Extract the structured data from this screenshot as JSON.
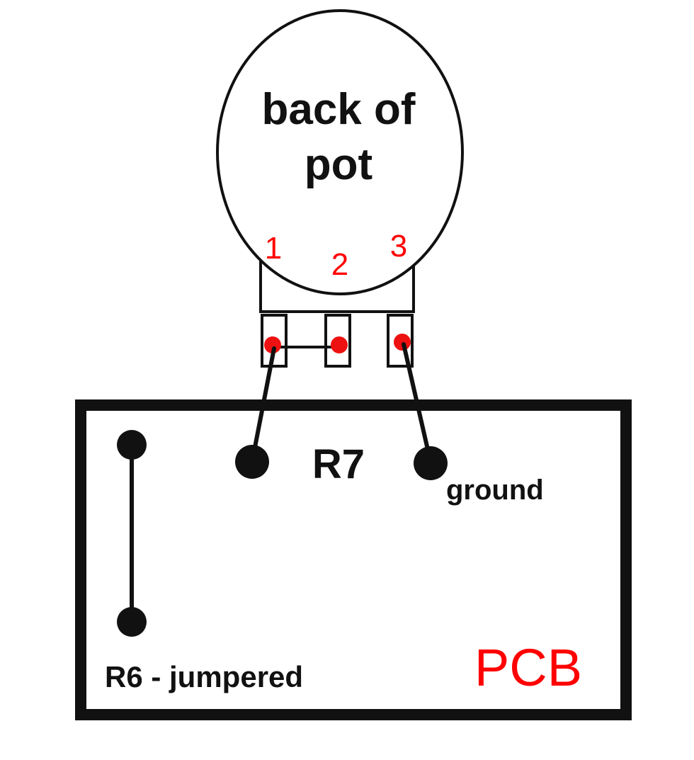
{
  "pot": {
    "label_line1": "back of",
    "label_line2": "pot",
    "pins": [
      {
        "label": "1"
      },
      {
        "label": "2"
      },
      {
        "label": "3"
      }
    ]
  },
  "pcb": {
    "label": "PCB",
    "r7_label": "R7",
    "ground_label": "ground",
    "r6_label": "R6 - jumpered"
  },
  "colors": {
    "line": "#111111",
    "pin_dot": "#ee1111",
    "pcb_label": "#ff0000",
    "pin_number": "#ff0000"
  }
}
